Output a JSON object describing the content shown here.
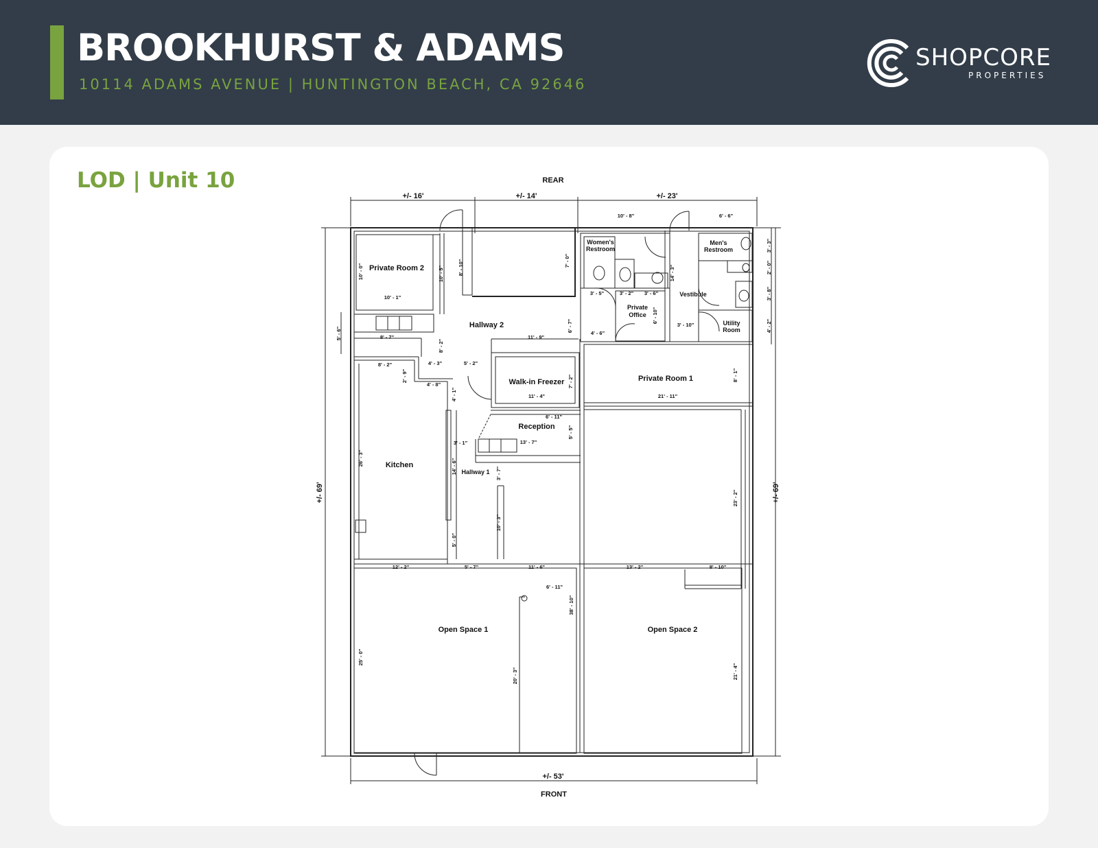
{
  "header": {
    "title": "BROOKHURST & ADAMS",
    "address": "10114 ADAMS AVENUE  |  HUNTINGTON BEACH, CA 92646",
    "logo_word": "SHOPCORE",
    "logo_sub": "PROPERTIES",
    "colors": {
      "bar": "#323d49",
      "accent": "#79a33f"
    }
  },
  "plan": {
    "title": "LOD | Unit 10",
    "rear_label": "REAR",
    "front_label": "FRONT",
    "overall": {
      "top_1": "+/- 16'",
      "top_2": "+/- 14'",
      "top_3": "+/- 23'",
      "bottom": "+/- 53'",
      "left": "+/- 69'",
      "right": "+/- 69'"
    },
    "rooms": {
      "private_room_2": "Private Room 2",
      "hallway_2": "Hallway 2",
      "womens_restroom_1": "Women's",
      "womens_restroom_2": "Restroom",
      "mens_restroom_1": "Men's",
      "mens_restroom_2": "Restroom",
      "private_office_1": "Private",
      "private_office_2": "Office",
      "vestibule": "Vestibule",
      "utility_room_1": "Utility",
      "utility_room_2": "Room",
      "walk_in_freezer": "Walk-in Freezer",
      "private_room_1": "Private Room 1",
      "reception": "Reception",
      "kitchen": "Kitchen",
      "hallway_1": "Hallway 1",
      "open_space_1": "Open Space 1",
      "open_space_2": "Open Space 2"
    },
    "dims": {
      "d_10_0": "10' - 0\"",
      "d_10_1": "10' - 1\"",
      "d_10_5": "10' - 5\"",
      "d_8_10a": "8' - 10\"",
      "d_10_8": "10' - 8\"",
      "d_6_6": "6' - 6\"",
      "d_7_0": "7' - 0\"",
      "d_3_3": "3' - 3\"",
      "d_2_0": "2' - 0\"",
      "d_3_8": "3' - 8\"",
      "d_4_2": "4' - 2\"",
      "d_14_3": "14' - 3\"",
      "d_3_5": "3' - 5\"",
      "d_3_2": "3' - 2\"",
      "d_3_6": "3' - 6\"",
      "d_6_10": "6' - 10\"",
      "d_3_10": "3' - 10\"",
      "d_4_6": "4' - 6\"",
      "d_6_7": "6' - 7\"",
      "d_11_9": "11' - 9\"",
      "d_5_6": "5' - 6\"",
      "d_8_7": "8' - 7\"",
      "d_8_2v": "8' - 2\"",
      "d_8_2h": "8' - 2\"",
      "d_4_3": "4' - 3\"",
      "d_5_2": "5' - 2\"",
      "d_2_9": "2' - 9\"",
      "d_4_8": "4' - 8\"",
      "d_7_2": "7' - 2\"",
      "d_8_1": "8' - 1\"",
      "d_11_4": "11' - 4\"",
      "d_21_11": "21' - 11\"",
      "d_4_1": "4' - 1\"",
      "d_6_11a": "6' - 11\"",
      "d_5_5": "5' - 5\"",
      "d_3_1": "3' - 1\"",
      "d_26_3": "26' - 3\"",
      "d_14_6": "14' - 6\"",
      "d_13_7": "13' - 7\"",
      "d_3_7": "3' - 7\"",
      "d_10_3": "10' - 3\"",
      "d_23_2": "23' - 2\"",
      "d_5_0": "5' - 0\"",
      "d_12_2": "12' - 2\"",
      "d_5_7": "5' - 7\"",
      "d_11_6": "11' - 6\"",
      "d_13_2": "13' - 2\"",
      "d_8_10b": "8' - 10\"",
      "d_6_11b": "6' - 11\"",
      "d_38_10": "38' - 10\"",
      "d_25_0": "25' - 0\"",
      "d_20_3": "20' - 3\"",
      "d_21_4": "21' - 4\""
    }
  }
}
